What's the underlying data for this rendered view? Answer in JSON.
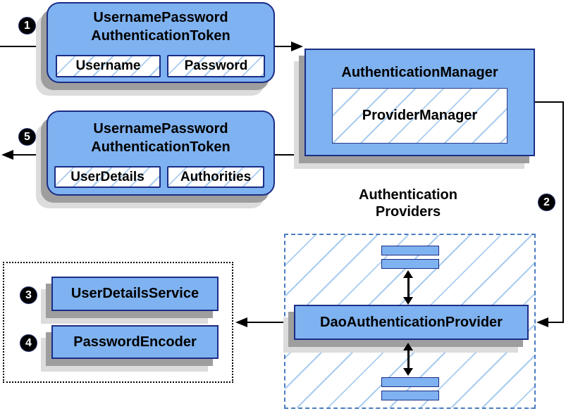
{
  "request_token": {
    "title1": "UsernamePassword",
    "title2": "AuthenticationToken",
    "field1": "Username",
    "field2": "Password"
  },
  "auth_manager": {
    "title": "AuthenticationManager",
    "inner": "ProviderManager"
  },
  "response_token": {
    "title1": "UsernamePassword",
    "title2": "AuthenticationToken",
    "field1": "UserDetails",
    "field2": "Authorities"
  },
  "providers_group": {
    "title1": "Authentication",
    "title2": "Providers",
    "dao": "DaoAuthenticationProvider"
  },
  "services_group": {
    "service1": "UserDetailsService",
    "service2": "PasswordEncoder"
  },
  "steps": {
    "s1": "1",
    "s2": "2",
    "s3": "3",
    "s4": "4",
    "s5": "5"
  },
  "colors": {
    "node_fill": "#7fb2f0",
    "node_border": "#1b2d86",
    "hatch_line": "#a9ccf0",
    "dashed_border": "#4a7dc0",
    "shadow_dark": "#9e9e9e",
    "shadow_light": "#dcdcdc",
    "connector": "#000000"
  }
}
